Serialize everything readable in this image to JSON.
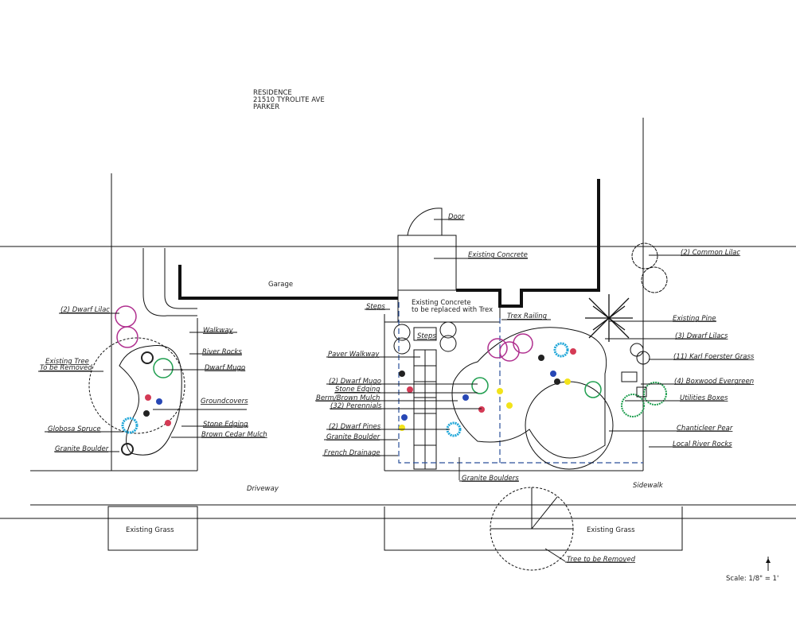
{
  "title": {
    "line1": "RESIDENCE",
    "line2": "21510 TYROLITE AVE",
    "line3": "PARKER"
  },
  "areas": {
    "garage": "Garage",
    "driveway": "Driveway",
    "sidewalk": "Sidewalk",
    "grass_left": "Existing Grass",
    "grass_right": "Existing Grass",
    "deck_line1": "Existing Concrete",
    "deck_line2": "to be replaced with Trex"
  },
  "left_labels": {
    "dwarf_lilac": "(2) Dwarf Lilac",
    "walkway": "Walkway",
    "river_rocks": "River Rocks",
    "tree_removed_1": "Existing Tree",
    "tree_removed_2": "To be Removed",
    "dwarf_mugo": "Dwarf Mugo",
    "groundcovers": "Groundcovers",
    "stone_edging": "Stone Edging",
    "globosa_spruce": "Globosa Spruce",
    "cedar_mulch": "Brown Cedar Mulch",
    "granite_boulder": "Granite Boulder"
  },
  "right_labels": {
    "door": "Door",
    "existing_concrete": "Existing Concrete",
    "common_lilac": "(2) Common Lilac",
    "steps_upper": "Steps",
    "steps_lower": "Steps",
    "trex_railing": "Trex Railing",
    "existing_pine": "Existing Pine",
    "dwarf_lilacs": "(3) Dwarf Lilacs",
    "paver_walkway": "Paver Walkway",
    "karl_grass": "(11) Karl Foerster Grass",
    "dwarf_mugo": "(2) Dwarf Mugo",
    "stone_edging": "Stone Edging",
    "berm_mulch": "Berm/Brown Mulch",
    "perennials": "(32) Perennials",
    "boxwood": "(4) Boxwood Evergreen",
    "utilities": "Utilities Boxes",
    "dwarf_pines": "(2) Dwarf Pines",
    "granite_boulder": "Granite Boulder",
    "french_drainage": "French Drainage",
    "chanticleer": "Chanticleer Pear",
    "river_rocks": "Local River Rocks",
    "granite_boulders": "Granite Boulders",
    "tree_removed": "Tree to be Removed"
  },
  "scale": "Scale: 1/8\" = 1'",
  "colors": {
    "lilac": "#b0308f",
    "spruce": "#1ea6d8",
    "mugo": "#1f9e4f",
    "perennial_red": "#d43a55",
    "perennial_blue": "#2747b5",
    "perennial_yellow": "#f2e31a",
    "drainage": "#2a4f9a"
  }
}
